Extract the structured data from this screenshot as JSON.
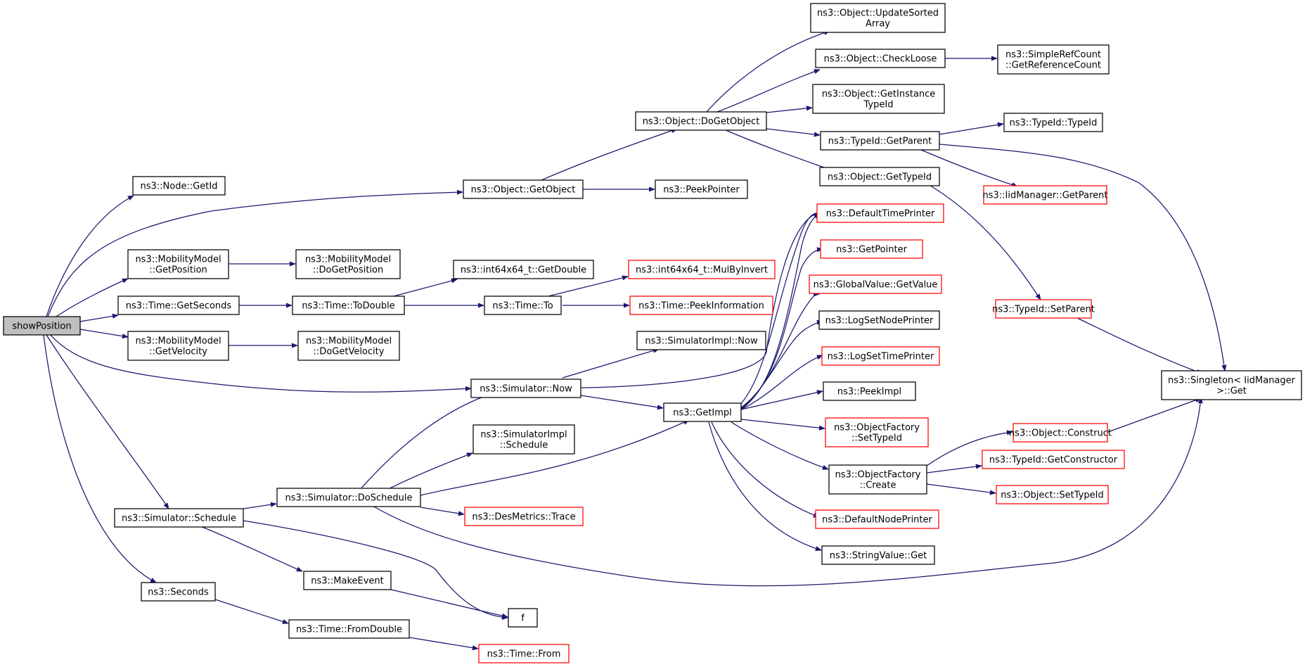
{
  "colors": {
    "edge": "#191970",
    "border": "#000000",
    "external_border": "#ff0000",
    "root_fill": "#bfbfbf",
    "background": "#ffffff"
  },
  "nodes": {
    "showPosition": [
      "showPosition"
    ],
    "node_getid": [
      "ns3::Node::GetId"
    ],
    "mm_getposition": [
      "ns3::MobilityModel",
      "::GetPosition"
    ],
    "time_getseconds": [
      "ns3::Time::GetSeconds"
    ],
    "mm_getvelocity": [
      "ns3::MobilityModel",
      "::GetVelocity"
    ],
    "sim_schedule": [
      "ns3::Simulator::Schedule"
    ],
    "seconds": [
      "ns3::Seconds"
    ],
    "mm_dogetposition": [
      "ns3::MobilityModel",
      "::DoGetPosition"
    ],
    "time_todouble": [
      "ns3::Time::ToDouble"
    ],
    "mm_dogetvelocity": [
      "ns3::MobilityModel",
      "::DoGetVelocity"
    ],
    "sim_doschedule": [
      "ns3::Simulator::DoSchedule"
    ],
    "makeevent": [
      "ns3::MakeEvent"
    ],
    "time_fromdouble": [
      "ns3::Time::FromDouble"
    ],
    "f": [
      "f"
    ],
    "time_from": [
      "ns3::Time::From"
    ],
    "obj_getobject": [
      "ns3::Object::GetObject"
    ],
    "peekpointer": [
      "ns3::PeekPointer"
    ],
    "int64_getdouble": [
      "ns3::int64x64_t::GetDouble"
    ],
    "time_to": [
      "ns3::Time::To"
    ],
    "int64_mulbyinvert": [
      "ns3::int64x64_t::MulByInvert"
    ],
    "time_peekinformation": [
      "ns3::Time::PeekInformation"
    ],
    "simimpl_now": [
      "ns3::SimulatorImpl::Now"
    ],
    "sim_now": [
      "ns3::Simulator::Now"
    ],
    "simimpl_schedule": [
      "ns3::SimulatorImpl",
      "::Schedule"
    ],
    "desmetrics_trace": [
      "ns3::DesMetrics::Trace"
    ],
    "obj_dogetobject": [
      "ns3::Object::DoGetObject"
    ],
    "obj_updatesorted": [
      "ns3::Object::UpdateSorted",
      "Array"
    ],
    "obj_checkloose": [
      "ns3::Object::CheckLoose"
    ],
    "obj_getinstance": [
      "ns3::Object::GetInstance",
      "TypeId"
    ],
    "typeid_getparent": [
      "ns3::TypeId::GetParent"
    ],
    "obj_gettypeid": [
      "ns3::Object::GetTypeId"
    ],
    "simplerefcount": [
      "ns3::SimpleRefCount",
      "::GetReferenceCount"
    ],
    "typeid_typeid": [
      "ns3::TypeId::TypeId"
    ],
    "iidmanager_getparent": [
      "ns3::IidManager::GetParent"
    ],
    "typeid_setparent": [
      "ns3::TypeId::SetParent"
    ],
    "singleton_get": [
      "ns3::Singleton< IidManager",
      ">::Get"
    ],
    "getimpl": [
      "ns3::GetImpl"
    ],
    "defaulttimeprinter": [
      "ns3::DefaultTimePrinter"
    ],
    "getpointer": [
      "ns3::GetPointer"
    ],
    "globalvalue_getvalue": [
      "ns3::GlobalValue::GetValue"
    ],
    "logsetnodeprinter": [
      "ns3::LogSetNodePrinter"
    ],
    "logsettimeprinter": [
      "ns3::LogSetTimePrinter"
    ],
    "peekimpl": [
      "ns3::PeekImpl"
    ],
    "objfactory_settypeid": [
      "ns3::ObjectFactory",
      "::SetTypeId"
    ],
    "objfactory_create": [
      "ns3::ObjectFactory",
      "::Create"
    ],
    "defaultnodeprinter": [
      "ns3::DefaultNodePrinter"
    ],
    "stringvalue_get": [
      "ns3::StringValue::Get"
    ],
    "obj_construct": [
      "ns3::Object::Construct"
    ],
    "typeid_getconstructor": [
      "ns3::TypeId::GetConstructor"
    ],
    "obj_settypeid": [
      "ns3::Object::SetTypeId"
    ]
  }
}
